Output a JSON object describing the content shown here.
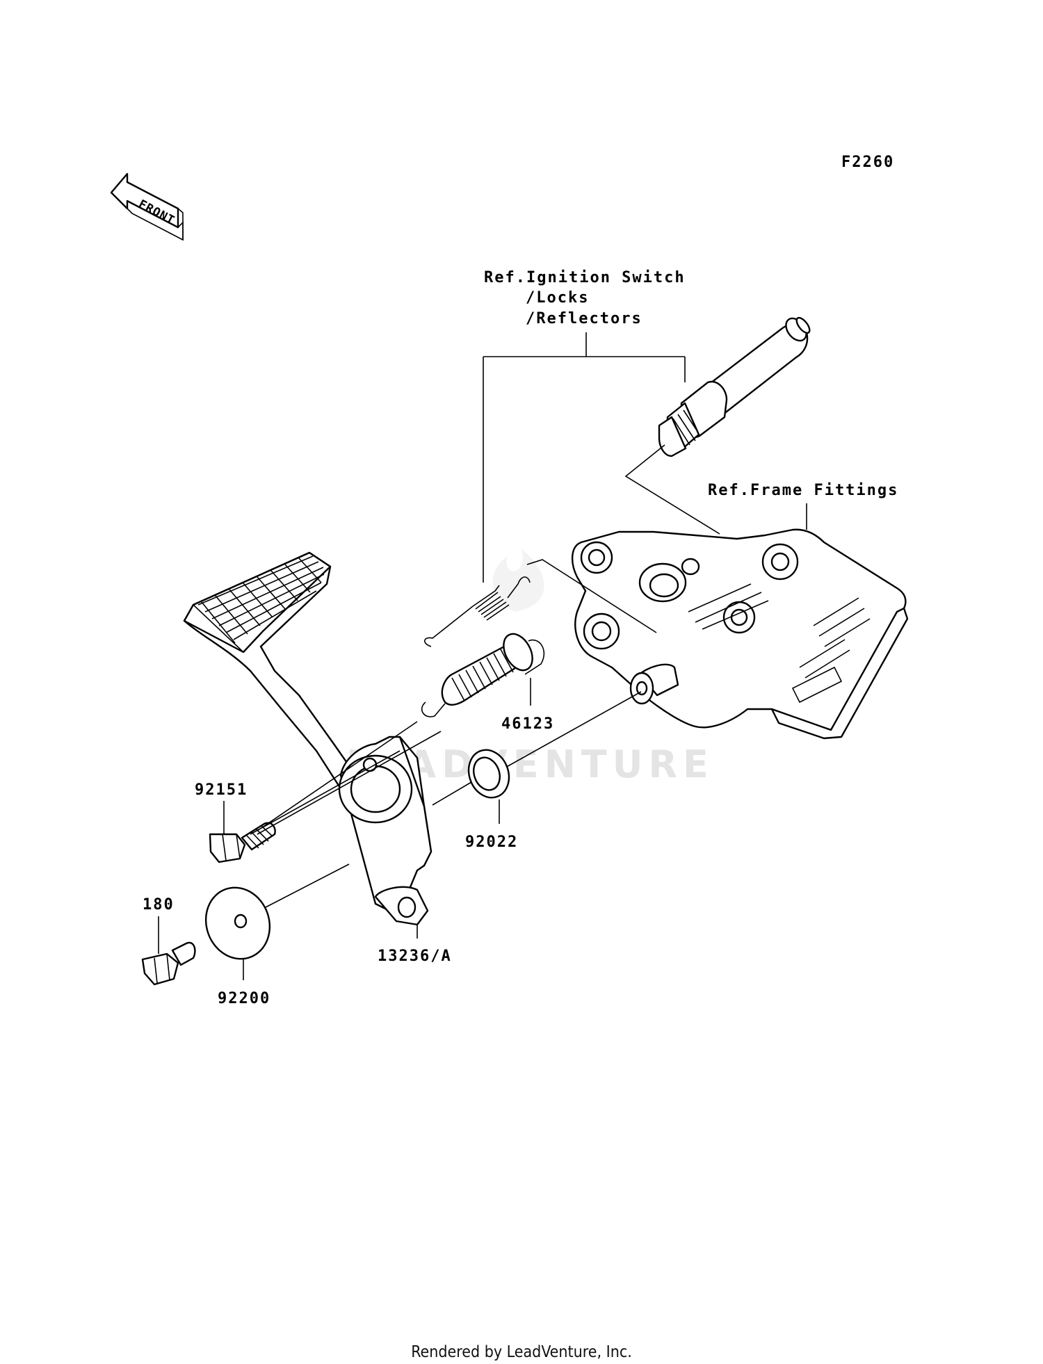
{
  "diagram_code": "F2260",
  "front_badge": "FRONT",
  "watermark": "LEADVENTURE",
  "references": {
    "ignition_line1": "Ref.Ignition Switch",
    "ignition_line2": "/Locks",
    "ignition_line3": "/Reflectors",
    "frame": "Ref.Frame Fittings"
  },
  "parts": {
    "spring": "46123",
    "bolt": "92151",
    "washer": "92022",
    "pedal": "13236/A",
    "flange_bolt": "180",
    "plate_washer": "92200"
  },
  "footer": "Rendered by LeadVenture, Inc."
}
